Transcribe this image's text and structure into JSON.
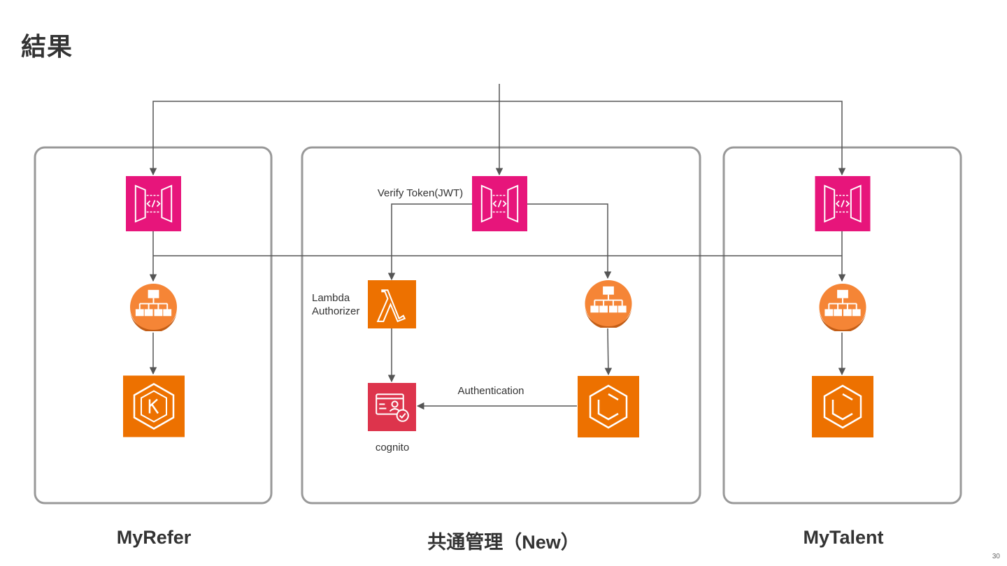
{
  "title": "結果",
  "groups": {
    "myrefer": "MyRefer",
    "common": "共通管理（New）",
    "mytalent": "MyTalent"
  },
  "labels": {
    "verify_token": "Verify Token(JWT)",
    "lambda_line1": "Lambda",
    "lambda_line2": "Authorizer",
    "authentication": "Authentication",
    "cognito": "cognito"
  },
  "icons": {
    "api_gateway": "api-gateway-icon",
    "load_balancer": "elastic-load-balancer-icon",
    "eks": "eks-icon",
    "ecs": "ecs-icon",
    "lambda": "lambda-icon",
    "cognito": "cognito-icon"
  },
  "colors": {
    "api_gateway": "#e7157b",
    "orange": "#ed7100",
    "elb_orange": "#f58536",
    "cognito_red": "#dd344c",
    "line": "#555555",
    "group_border": "#999999"
  },
  "page_number": "30"
}
